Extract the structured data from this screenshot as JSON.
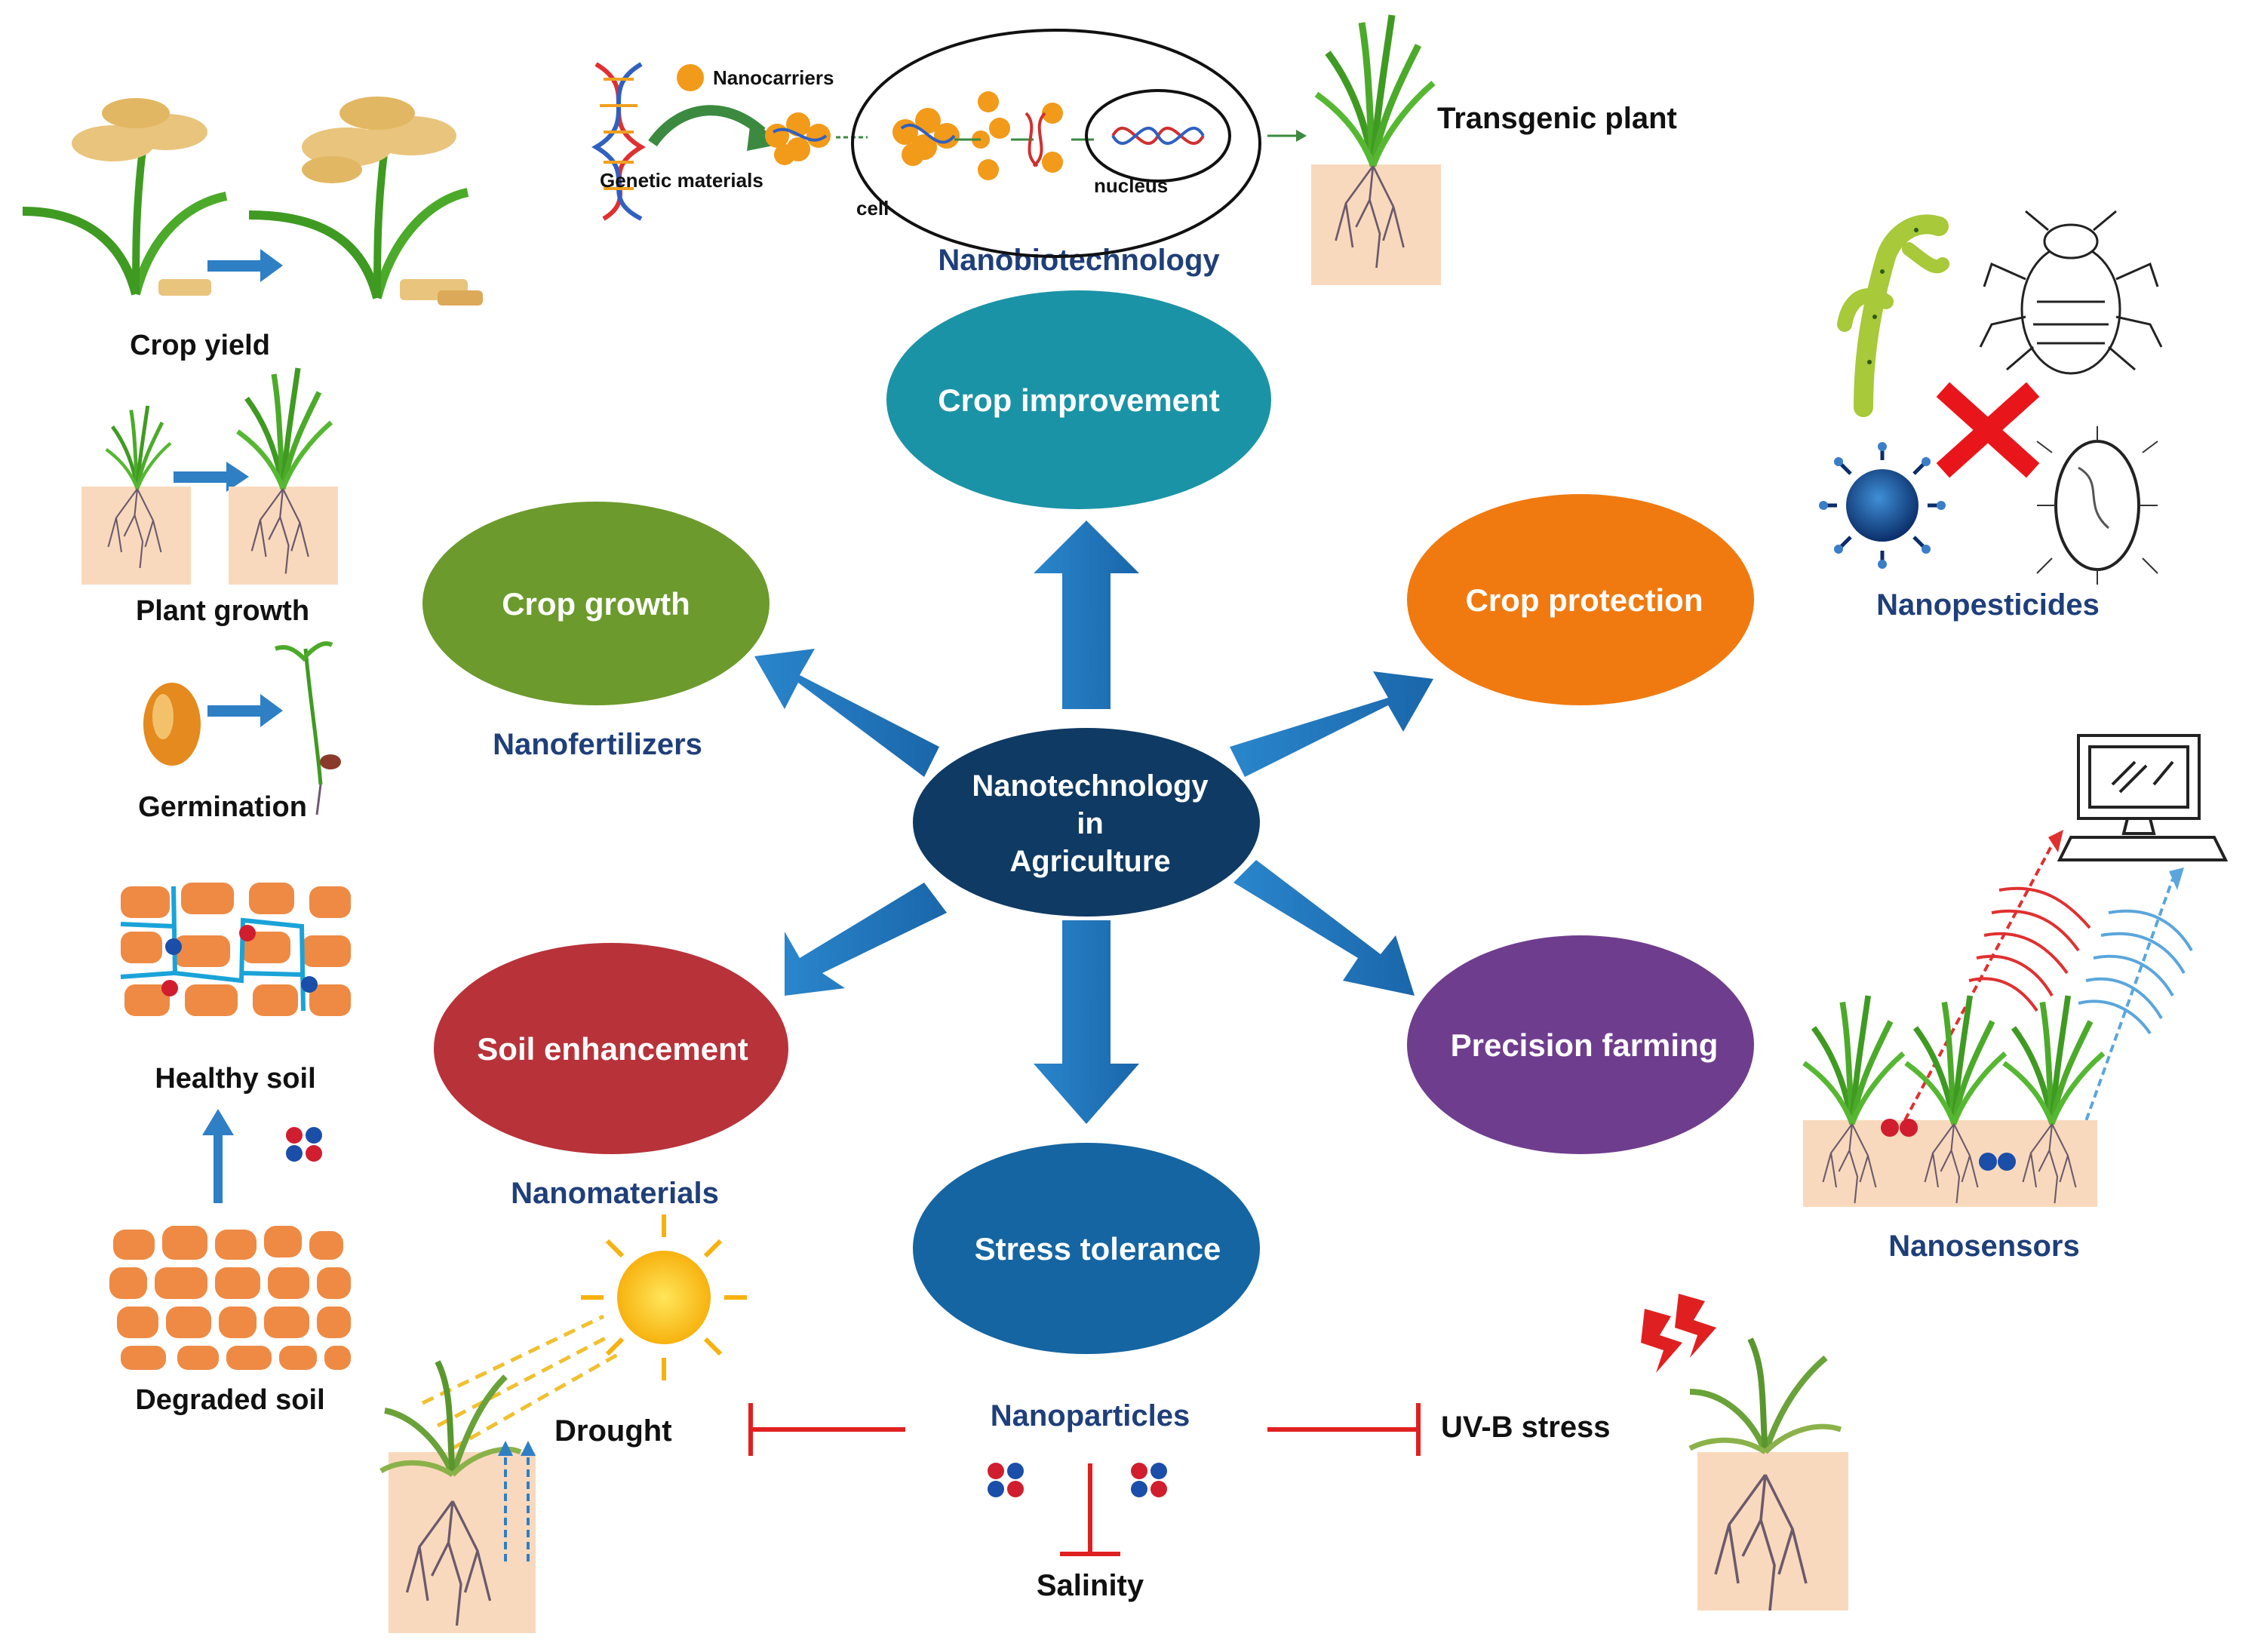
{
  "center": {
    "lines": [
      "Nanotechnology",
      "in",
      "Agriculture"
    ],
    "color": "#0f3a63"
  },
  "ovals": [
    {
      "id": "crop-improvement",
      "label": "Crop improvement",
      "color": "#1b93a6"
    },
    {
      "id": "crop-growth",
      "label": "Crop growth",
      "color": "#6c9a2d"
    },
    {
      "id": "crop-protection",
      "label": "Crop protection",
      "color": "#f07a10"
    },
    {
      "id": "soil-enhancement",
      "label": "Soil enhancement",
      "color": "#b8323a"
    },
    {
      "id": "precision-farming",
      "label": "Precision farming",
      "color": "#6f3d8e"
    },
    {
      "id": "stress-tolerance",
      "label": "Stress tolerance",
      "color": "#1565a2"
    }
  ],
  "category_labels": {
    "nanobiotechnology": "Nanobiotechnology",
    "nanofertilizers": "Nanofertilizers",
    "nanopesticides": "Nanopesticides",
    "nanomaterials": "Nanomaterials",
    "nanosensors": "Nanosensors",
    "nanoparticles": "Nanoparticles"
  },
  "left_panel": {
    "crop_yield": "Crop yield",
    "plant_growth": "Plant growth",
    "germination": "Germination",
    "healthy_soil": "Healthy soil",
    "degraded_soil": "Degraded soil"
  },
  "biotech": {
    "nanocarriers": "Nanocarriers",
    "genetic_materials": "Genetic materials",
    "cell": "cell",
    "nucleus": "nucleus",
    "transgenic_plant": "Transgenic plant"
  },
  "stress": {
    "drought": "Drought",
    "uvb": "UV-B stress",
    "salinity": "Salinity"
  },
  "colors": {
    "arrow": "#1e73b8",
    "inhibit": "#e02020",
    "soil_box": "#f9d9bd",
    "leaf": "#4caa2a",
    "nano_red": "#d01e2e",
    "nano_blue": "#1a4ea8"
  }
}
